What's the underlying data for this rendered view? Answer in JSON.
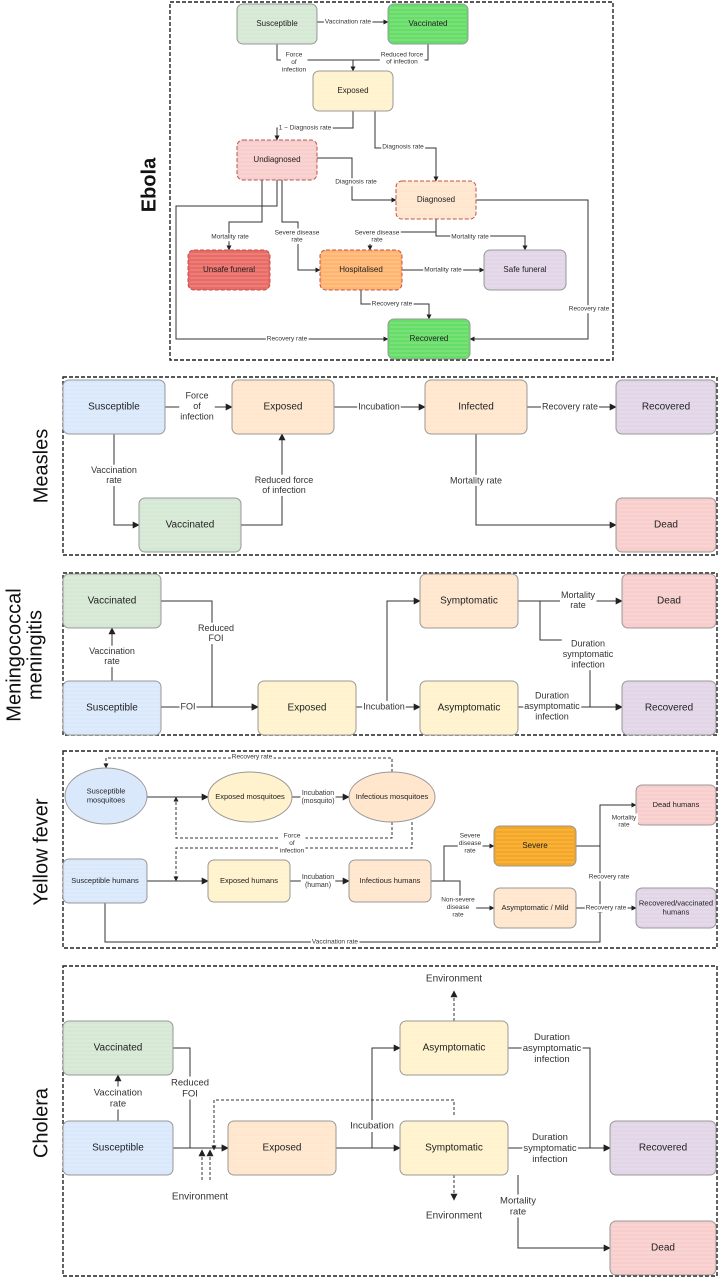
{
  "colors": {
    "green": "#d5e8d4",
    "green_bright": "#66dd66",
    "blue": "#dae8fc",
    "yellow": "#fff2cc",
    "peach": "#ffe6cc",
    "purple": "#e1d5e7",
    "red": "#f8cecc",
    "red_bright": "#ea6b66",
    "orange": "#ffb570",
    "orange_dark": "#f5a623"
  },
  "panels": {
    "ebola": {
      "title": "Ebola",
      "nodes": {
        "susceptible": "Susceptible",
        "vaccinated": "Vaccinated",
        "exposed": "Exposed",
        "undiagnosed": "Undiagnosed",
        "diagnosed": "Diagnosed",
        "unsafe_funeral": "Unsafe funeral",
        "hospitalised": "Hospitalised",
        "safe_funeral": "Safe funeral",
        "recovered": "Recovered"
      },
      "labels": {
        "vaccination_rate": "Vaccination rate",
        "force_of_infection": [
          "Force",
          "of",
          "infection"
        ],
        "reduced_force": [
          "Reduced force",
          "of infection"
        ],
        "one_minus_diagnosis": "1 − Diagnosis rate",
        "diagnosis_rate_top": "Diagnosis rate",
        "diagnosis_rate": "Diagnosis rate",
        "mortality_rate_left": "Mortality rate",
        "severe_disease_left": [
          "Severe disease",
          "rate"
        ],
        "severe_disease_right": [
          "Severe disease",
          "rate"
        ],
        "mortality_rate_diag": "Mortality rate",
        "mortality_rate_hosp": "Mortality rate",
        "recovery_rate_hosp": "Recovery rate",
        "recovery_rate_right": "Recovery rate",
        "recovery_rate_bottom": "Recovery rate"
      }
    },
    "measles": {
      "title": "Measles",
      "nodes": {
        "susceptible": "Susceptible",
        "exposed": "Exposed",
        "infected": "Infected",
        "recovered": "Recovered",
        "vaccinated": "Vaccinated",
        "dead": "Dead"
      },
      "labels": {
        "force_of_infection": [
          "Force",
          "of",
          "infection"
        ],
        "incubation": "Incubation",
        "recovery_rate": "Recovery rate",
        "vaccination_rate": [
          "Vaccination",
          "rate"
        ],
        "reduced_force": [
          "Reduced force",
          "of infection"
        ],
        "mortality_rate": "Mortality rate"
      }
    },
    "meningitis": {
      "title": [
        "Meningococcal",
        "meningitis"
      ],
      "nodes": {
        "vaccinated": "Vaccinated",
        "symptomatic": "Symptomatic",
        "dead": "Dead",
        "susceptible": "Susceptible",
        "exposed": "Exposed",
        "asymptomatic": "Asymptomatic",
        "recovered": "Recovered"
      },
      "labels": {
        "reduced_foi": [
          "Reduced",
          "FOI"
        ],
        "vaccination_rate": [
          "Vaccination",
          "rate"
        ],
        "foi": "FOI",
        "incubation": "Incubation",
        "mortality_rate": [
          "Mortality",
          "rate"
        ],
        "duration_symptomatic": [
          "Duration",
          "symptomatic",
          "infection"
        ],
        "duration_asymptomatic": [
          "Duration",
          "asymptomatic",
          "infection"
        ]
      }
    },
    "yellow_fever": {
      "title": "Yellow fever",
      "nodes": {
        "susceptible_mosq": [
          "Susceptible",
          "mosquitoes"
        ],
        "exposed_mosq": "Exposed mosquitoes",
        "infectious_mosq": "Infectious mosquitoes",
        "susceptible_hum": "Susceptible humans",
        "exposed_hum": "Exposed humans",
        "infectious_hum": "Infectious humans",
        "severe": "Severe",
        "asymptomatic_mild": "Asymptomatic / Mild",
        "dead_hum": "Dead humans",
        "recovered_vacc": [
          "Recovered/vaccinated",
          "humans"
        ]
      },
      "labels": {
        "recovery_rate_top": "Recovery rate",
        "incubation_mosq": [
          "Incubation",
          "(mosquito)"
        ],
        "force_of_infection": [
          "Force",
          "of",
          "infection"
        ],
        "incubation_hum": [
          "Incubation",
          "(human)"
        ],
        "severe_disease_rate": [
          "Severe",
          "disease",
          "rate"
        ],
        "non_severe_rate": [
          "Non-severe",
          "disease",
          "rate"
        ],
        "mortality_rate": [
          "Mortality",
          "rate"
        ],
        "recovery_rate_1": "Recovery rate",
        "recovery_rate_2": "Recovery rate",
        "vaccination_rate": "Vaccination rate"
      }
    },
    "cholera": {
      "title": "Cholera",
      "nodes": {
        "vaccinated": "Vaccinated",
        "asymptomatic": "Asymptomatic",
        "susceptible": "Susceptible",
        "exposed": "Exposed",
        "symptomatic": "Symptomatic",
        "recovered": "Recovered",
        "dead": "Dead"
      },
      "labels": {
        "environment_top": "Environment",
        "vaccination_rate": [
          "Vaccination",
          "rate"
        ],
        "reduced_foi": [
          "Reduced",
          "FOI"
        ],
        "incubation": "Incubation",
        "duration_asymptomatic": [
          "Duration",
          "asymptomatic",
          "infection"
        ],
        "duration_symptomatic": [
          "Duration",
          "symptomatic",
          "infection"
        ],
        "environment_left": "Environment",
        "environment_bottom": "Environment",
        "mortality_rate": [
          "Mortality",
          "rate"
        ]
      }
    }
  }
}
